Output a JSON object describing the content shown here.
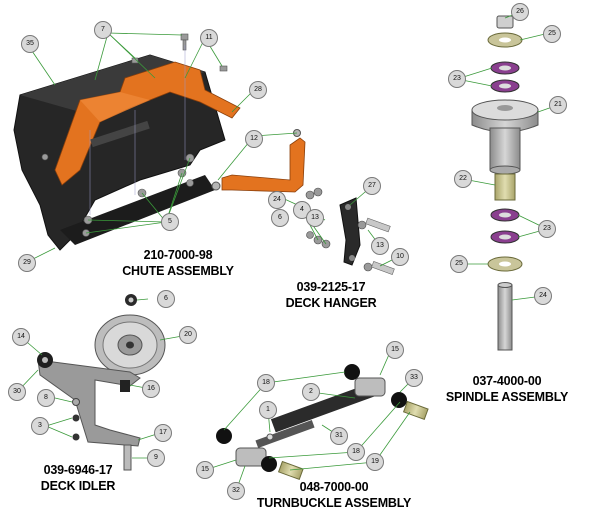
{
  "assemblies": {
    "chute": {
      "part_number": "210-7000-98",
      "name": "CHUTE ASSEMBLY"
    },
    "deck_hanger": {
      "part_number": "039-2125-17",
      "name": "DECK HANGER"
    },
    "spindle": {
      "part_number": "037-4000-00",
      "name": "SPINDLE ASSEMBLY"
    },
    "deck_idler": {
      "part_number": "039-6946-17",
      "name": "DECK IDLER"
    },
    "turnbuckle": {
      "part_number": "048-7000-00",
      "name": "TURNBUCKLE ASSEMBLY"
    }
  },
  "callouts": {
    "c35": "35",
    "c7": "7",
    "c11": "11",
    "c28": "28",
    "c12": "12",
    "c29": "29",
    "c5": "5",
    "c27": "27",
    "c4": "4",
    "c13a": "13",
    "c6a": "6",
    "c24a": "24",
    "c13b": "13",
    "c10": "10",
    "c26": "26",
    "c25a": "25",
    "c23a": "23",
    "c21": "21",
    "c22": "22",
    "c23b": "23",
    "c25b": "25",
    "c24b": "24",
    "c6b": "6",
    "c20": "20",
    "c14": "14",
    "c30": "30",
    "c16": "16",
    "c8": "8",
    "c3": "3",
    "c17": "17",
    "c9": "9",
    "c15a": "15",
    "c18a": "18",
    "c2": "2",
    "c33": "33",
    "c1": "1",
    "c31": "31",
    "c18b": "18",
    "c19": "19",
    "c15b": "15",
    "c32": "32"
  },
  "colors": {
    "bracket_orange": "#e3731f",
    "leader_green": "#3a9a3a",
    "housing_dark": "#262626",
    "metal_gray": "#a8a8a8",
    "bearing_purple": "#8a3f8f",
    "washer_tan": "#c9c59a",
    "spacer_khaki": "#bfbd7a"
  }
}
